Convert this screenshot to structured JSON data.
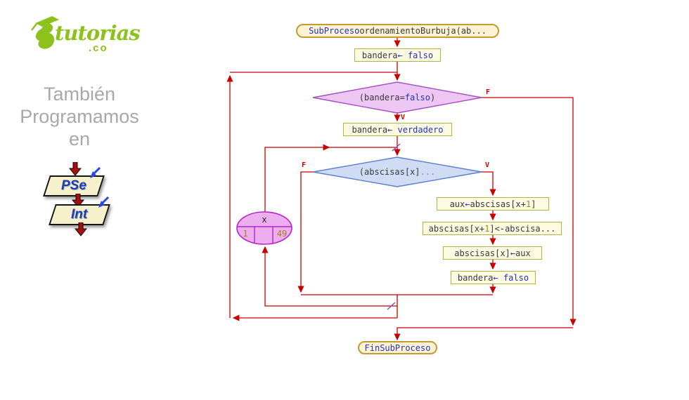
{
  "branding": {
    "logo_word": "tutorias",
    "logo_tld": ".co",
    "tagline_lines": [
      "También",
      "Programamos",
      "en"
    ],
    "badge": {
      "top": "PSe",
      "bottom": "Int"
    }
  },
  "colors": {
    "brand_green": "#8dc21d",
    "tagline_gray": "#a8a8a8",
    "connector_red": "#c80000",
    "junction_tick": "#8a4ad0",
    "box_fill": "#fcfae1",
    "box_border": "#b3b347",
    "pill_fill": "#fdf3d2",
    "pill_border": "#c59a34",
    "decision_pink_fill": "#edc6f3",
    "decision_pink_border": "#a352c0",
    "decision_blue_fill": "#cfdcf3",
    "decision_blue_border": "#5b7fd0",
    "loop_ellipse_fill": "#edaeef",
    "loop_ellipse_border": "#b525c9",
    "keyword_blue": "#2333c0",
    "number_brown": "#a5821d",
    "badge_text_blue": "#1f3db0",
    "badge_arrow_red": "#a31010"
  },
  "flowchart": {
    "nodes": {
      "start": {
        "segments": [
          {
            "t": "SubProceso",
            "s": "k"
          },
          {
            "t": " ordenamientoBurbuja(ab...",
            "s": "p"
          }
        ]
      },
      "assign_false_1": {
        "segments": [
          {
            "t": "bandera ",
            "s": "p"
          },
          {
            "t": "← falso",
            "s": "k"
          }
        ]
      },
      "while_cond": {
        "segments": [
          {
            "t": "(bandera=",
            "s": "p"
          },
          {
            "t": "falso",
            "s": "k"
          },
          {
            "t": ")",
            "s": "p"
          }
        ]
      },
      "assign_true": {
        "segments": [
          {
            "t": "bandera ",
            "s": "p"
          },
          {
            "t": "← verdadero",
            "s": "k"
          }
        ]
      },
      "if_cond": {
        "segments": [
          {
            "t": "(abscisas[x]",
            "s": "p"
          },
          {
            "t": "...",
            "s": "d"
          }
        ]
      },
      "assign_aux": {
        "segments": [
          {
            "t": "aux ",
            "s": "p"
          },
          {
            "t": "← ",
            "s": "k"
          },
          {
            "t": "abscisas[x+",
            "s": "p"
          },
          {
            "t": "1",
            "s": "n"
          },
          {
            "t": "]",
            "s": "p"
          }
        ]
      },
      "assign_swap": {
        "segments": [
          {
            "t": "abscisas[x+",
            "s": "p"
          },
          {
            "t": "1",
            "s": "n"
          },
          {
            "t": "]<-abscisa...",
            "s": "p"
          }
        ]
      },
      "assign_back": {
        "segments": [
          {
            "t": "abscisas[x] ",
            "s": "p"
          },
          {
            "t": "← ",
            "s": "k"
          },
          {
            "t": "aux",
            "s": "p"
          }
        ]
      },
      "assign_false_2": {
        "segments": [
          {
            "t": "bandera ",
            "s": "p"
          },
          {
            "t": "← falso",
            "s": "k"
          }
        ]
      },
      "end": {
        "segments": [
          {
            "t": "FinSubProceso",
            "s": "k"
          }
        ]
      },
      "for_loop": {
        "var": "x",
        "from": "1",
        "to": "49"
      }
    },
    "labels": {
      "while_false": "F",
      "while_true": "V",
      "if_false": "F",
      "if_true": "V"
    }
  }
}
